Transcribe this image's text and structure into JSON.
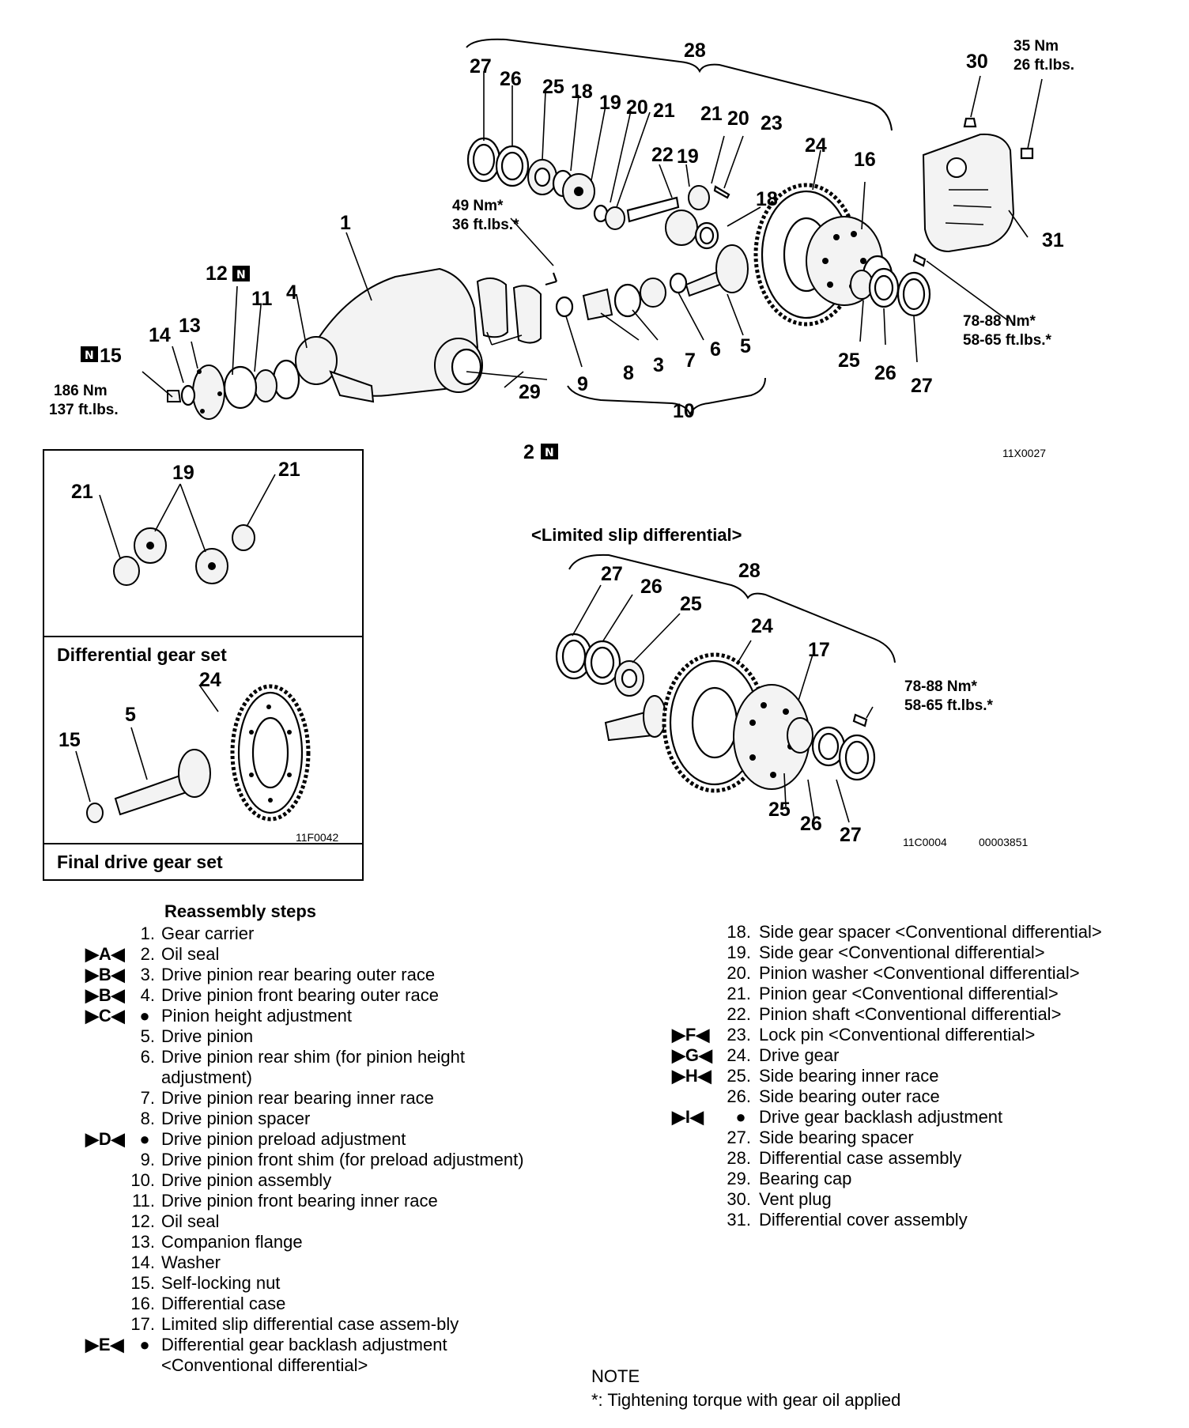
{
  "main_diagram": {
    "bracket_top_label": "28",
    "bracket_bottom_label": "10",
    "part_numbers": {
      "p27": "27",
      "p26": "26",
      "p25": "25",
      "p18": "18",
      "p19": "19",
      "p20": "20",
      "p21": "21",
      "p22": "22",
      "p19b": "19",
      "p21b": "21",
      "p20b": "20",
      "p23": "23",
      "p24": "24",
      "p16": "16",
      "p18b": "18",
      "p30": "30",
      "p31": "31",
      "p1": "1",
      "p12": "12",
      "p11": "11",
      "p4": "4",
      "p13": "13",
      "p14": "14",
      "p15": "15",
      "p2": "2",
      "p29": "29",
      "p9": "9",
      "p8": "8",
      "p3": "3",
      "p7": "7",
      "p6": "6",
      "p5": "5",
      "p25b": "25",
      "p26b": "26",
      "p27b": "27"
    },
    "torques": {
      "vent_nm": "35 Nm",
      "vent_ft": "26 ft.lbs.",
      "cap_nm": "49 Nm*",
      "cap_ft": "36 ft.lbs.*",
      "ring_nm": "78-88 Nm*",
      "ring_ft": "58-65 ft.lbs.*",
      "nut_nm": "186 Nm",
      "nut_ft": "137 ft.lbs."
    },
    "n_marker": "N",
    "figure_code": "11X0027"
  },
  "inset": {
    "diff_numbers": {
      "a": "21",
      "b": "19",
      "c": "21"
    },
    "diff_caption": "Differential gear set",
    "final_numbers": {
      "a": "24",
      "b": "15",
      "c": "5"
    },
    "final_code": "11F0042",
    "final_caption": "Final drive gear set"
  },
  "lsd": {
    "title": "<Limited slip differential>",
    "numbers": {
      "p27": "27",
      "p26": "26",
      "p28": "28",
      "p25": "25",
      "p24": "24",
      "p17": "17",
      "p25b": "25",
      "p26b": "26",
      "p27b": "27"
    },
    "torque_nm": "78-88 Nm*",
    "torque_ft": "58-65 ft.lbs.*",
    "code1": "11C0004",
    "code2": "00003851"
  },
  "reassembly": {
    "heading": "Reassembly steps",
    "left": [
      {
        "mark": "",
        "no": "1.",
        "text": "Gear carrier"
      },
      {
        "mark": "▶A◀",
        "no": "2.",
        "text": "Oil seal"
      },
      {
        "mark": "▶B◀",
        "no": "3.",
        "text": "Drive pinion rear bearing outer race"
      },
      {
        "mark": "▶B◀",
        "no": "4.",
        "text": "Drive pinion front bearing outer race"
      },
      {
        "mark": "▶C◀",
        "no": "●",
        "text": "Pinion height adjustment"
      },
      {
        "mark": "",
        "no": "5.",
        "text": "Drive pinion"
      },
      {
        "mark": "",
        "no": "6.",
        "text": "Drive pinion rear shim (for pinion height adjustment)"
      },
      {
        "mark": "",
        "no": "7.",
        "text": "Drive pinion rear bearing inner race"
      },
      {
        "mark": "",
        "no": "8.",
        "text": "Drive pinion spacer"
      },
      {
        "mark": "▶D◀",
        "no": "●",
        "text": "Drive pinion preload adjustment"
      },
      {
        "mark": "",
        "no": "9.",
        "text": "Drive pinion front shim (for preload adjustment)"
      },
      {
        "mark": "",
        "no": "10.",
        "text": "Drive pinion assembly"
      },
      {
        "mark": "",
        "no": "11.",
        "text": "Drive pinion front bearing inner race"
      },
      {
        "mark": "",
        "no": "12.",
        "text": "Oil seal"
      },
      {
        "mark": "",
        "no": "13.",
        "text": "Companion flange"
      },
      {
        "mark": "",
        "no": "14.",
        "text": "Washer"
      },
      {
        "mark": "",
        "no": "15.",
        "text": "Self-locking nut"
      },
      {
        "mark": "",
        "no": "16.",
        "text": "Differential case"
      },
      {
        "mark": "",
        "no": "17.",
        "text": "Limited slip differential case assem-bly"
      },
      {
        "mark": "▶E◀",
        "no": "●",
        "text": "Differential gear backlash adjustment <Conventional differential>"
      }
    ],
    "right": [
      {
        "mark": "",
        "no": "18.",
        "text": "Side gear spacer <Conventional differential>"
      },
      {
        "mark": "",
        "no": "19.",
        "text": "Side gear <Conventional differential>"
      },
      {
        "mark": "",
        "no": "20.",
        "text": "Pinion washer <Conventional differential>"
      },
      {
        "mark": "",
        "no": "21.",
        "text": "Pinion gear <Conventional differential>"
      },
      {
        "mark": "",
        "no": "22.",
        "text": "Pinion shaft <Conventional differential>"
      },
      {
        "mark": "▶F◀",
        "no": "23.",
        "text": "Lock pin <Conventional differential>"
      },
      {
        "mark": "▶G◀",
        "no": "24.",
        "text": "Drive gear"
      },
      {
        "mark": "▶H◀",
        "no": "25.",
        "text": "Side bearing inner race"
      },
      {
        "mark": "",
        "no": "26.",
        "text": "Side bearing outer race"
      },
      {
        "mark": "▶I◀",
        "no": "●",
        "text": "Drive gear backlash adjustment"
      },
      {
        "mark": "",
        "no": "27.",
        "text": "Side bearing spacer"
      },
      {
        "mark": "",
        "no": "28.",
        "text": "Differential case assembly"
      },
      {
        "mark": "",
        "no": "29.",
        "text": "Bearing cap"
      },
      {
        "mark": "",
        "no": "30.",
        "text": "Vent plug"
      },
      {
        "mark": "",
        "no": "31.",
        "text": "Differential cover assembly"
      }
    ],
    "note_title": "NOTE",
    "note_text": "*: Tightening torque with gear oil applied"
  }
}
